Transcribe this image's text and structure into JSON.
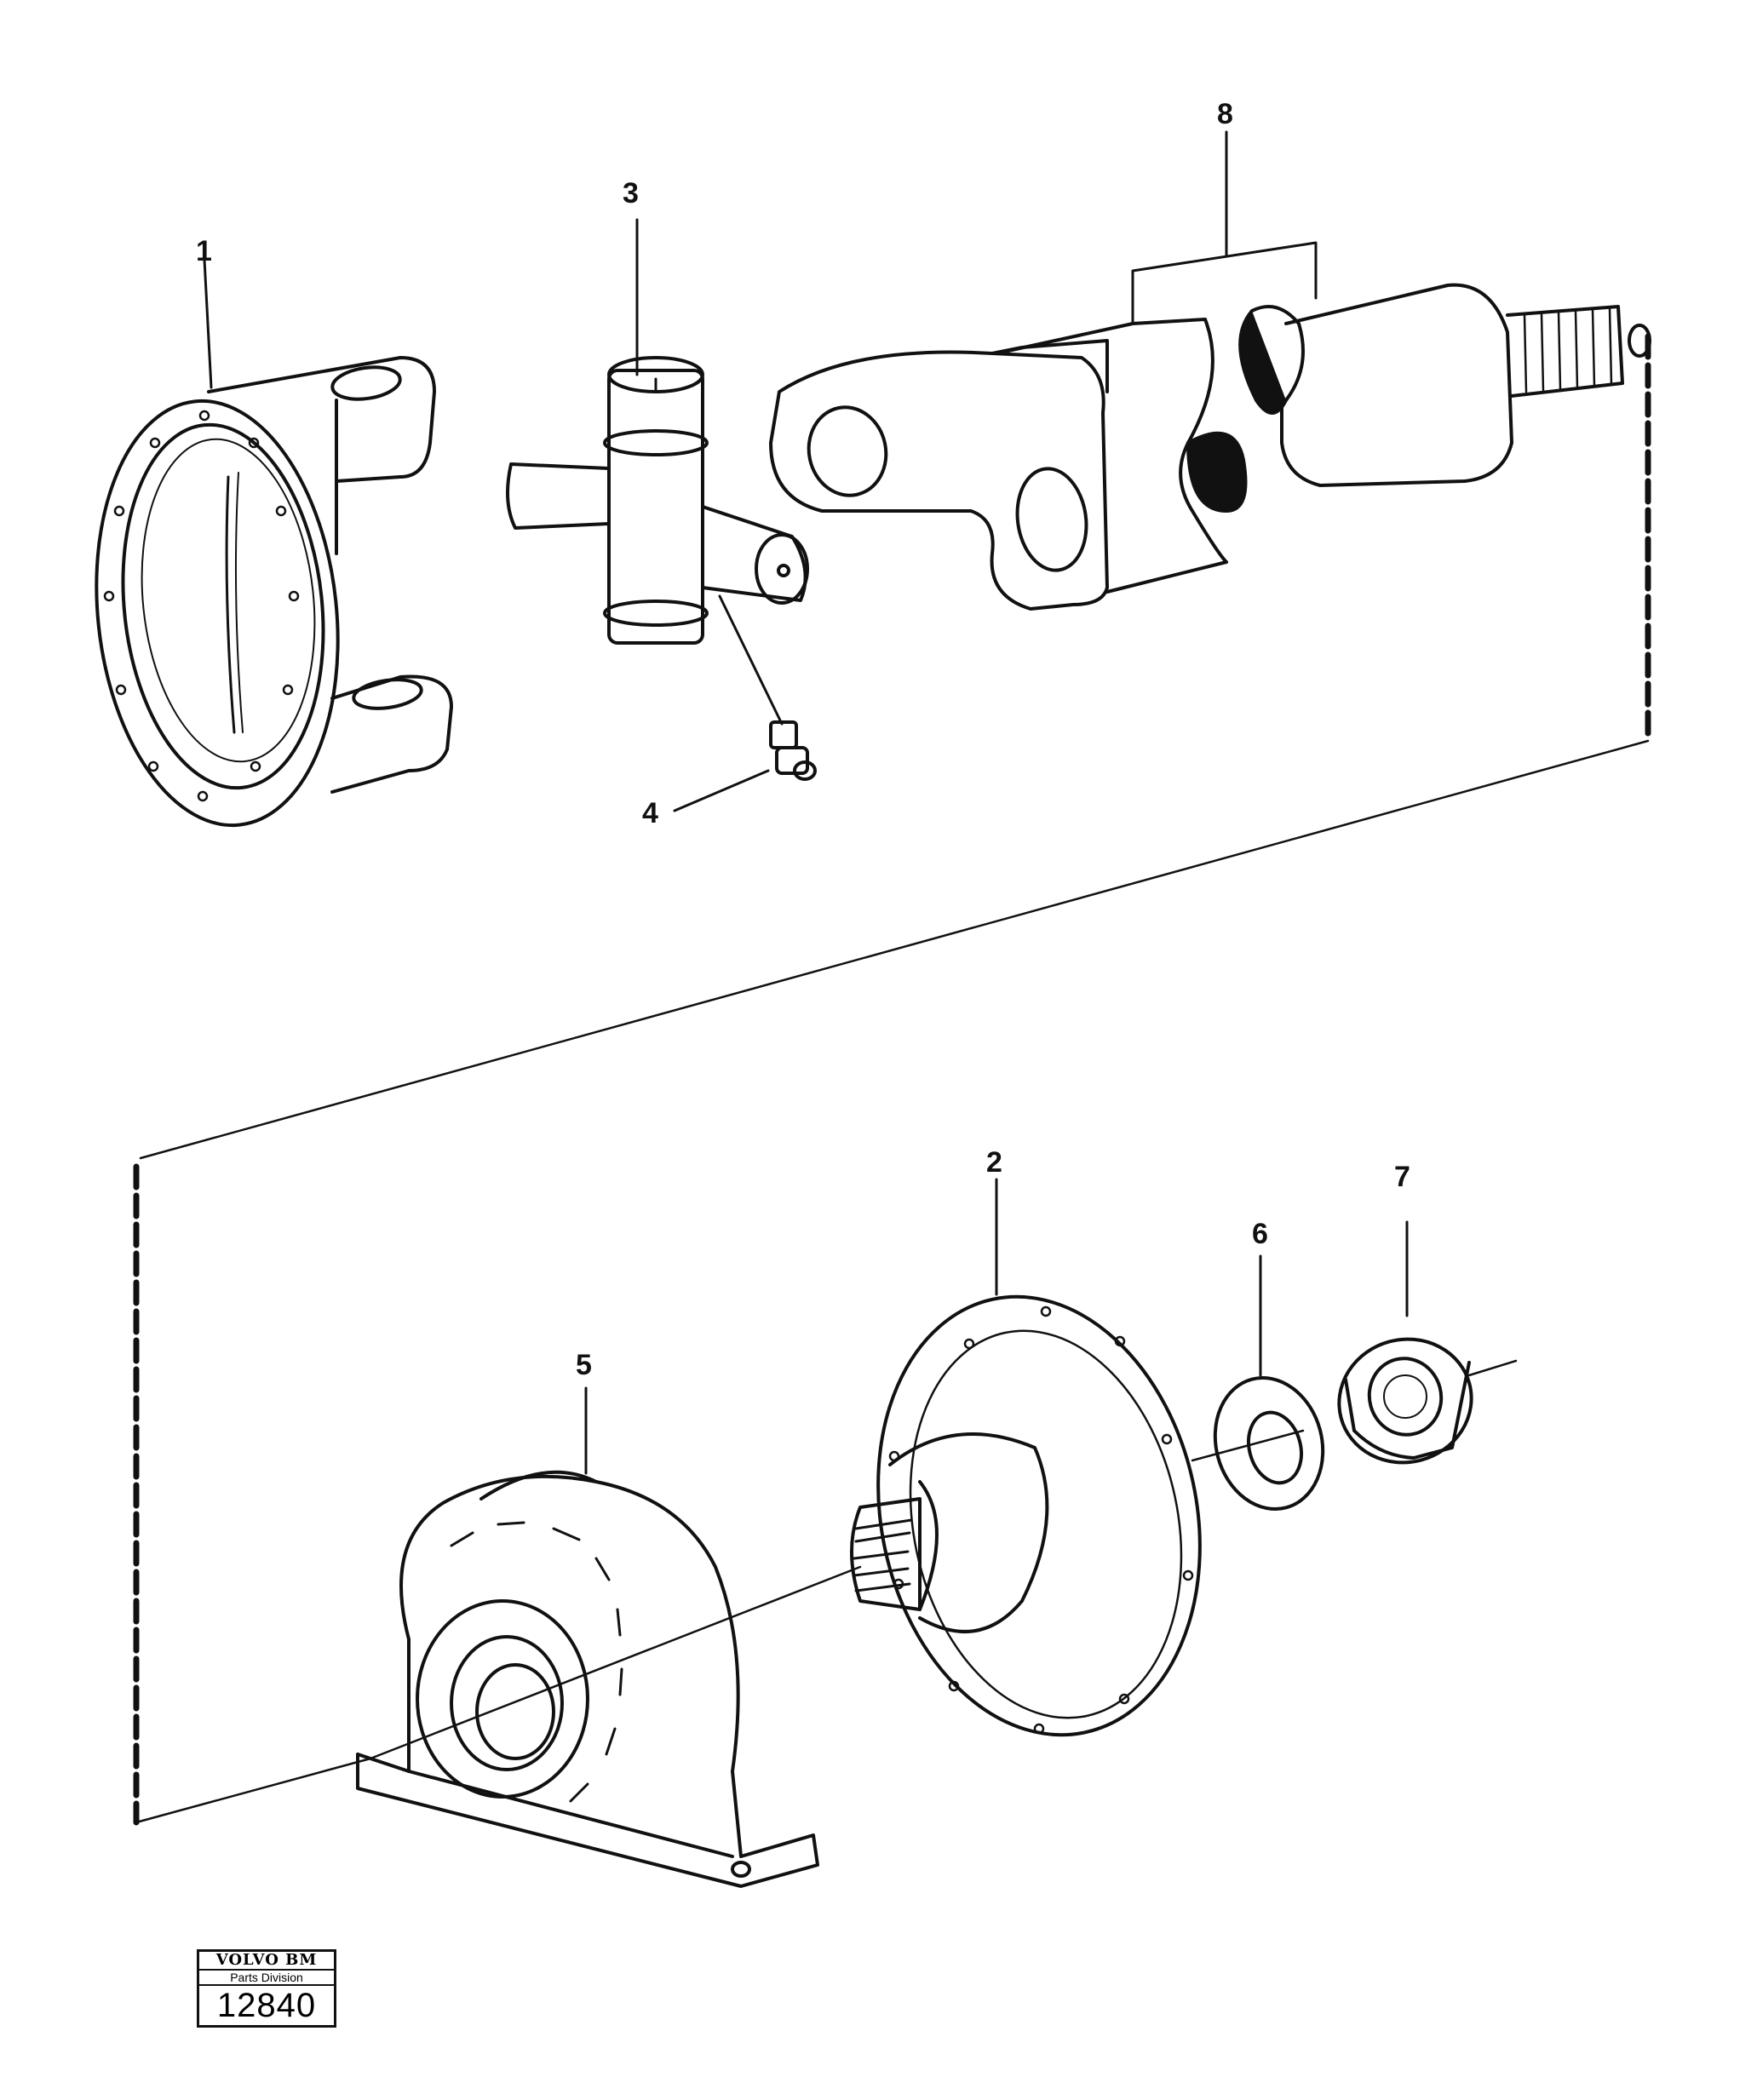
{
  "title": "",
  "callouts": {
    "c1": "1",
    "c2": "2",
    "c3": "3",
    "c4": "4",
    "c5": "5",
    "c6": "6",
    "c7": "7",
    "c8": "8"
  },
  "stamp": {
    "brand": "VOLVO BM",
    "division": "Parts Division",
    "number": "12840"
  },
  "colors": {
    "ink": "#111111",
    "paper": "#ffffff"
  }
}
